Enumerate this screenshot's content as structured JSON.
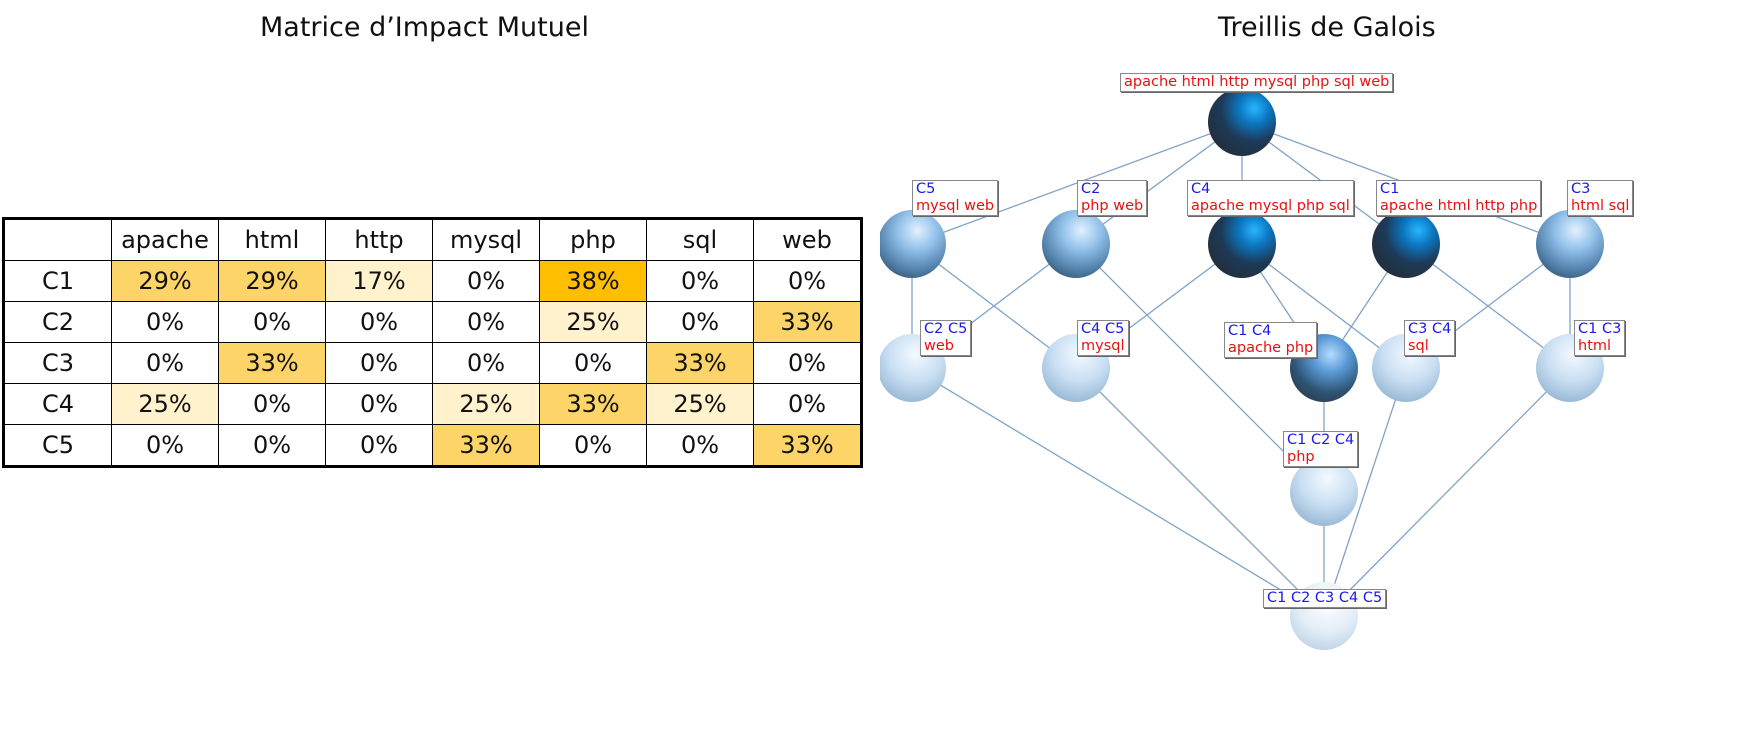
{
  "matrix_title": "Matrice d’Impact Mutuel",
  "lattice_title": "Treillis de Galois",
  "matrix": {
    "columns": [
      "apache",
      "html",
      "http",
      "mysql",
      "php",
      "sql",
      "web"
    ],
    "rows": [
      {
        "label": "C1",
        "values": [
          "29%",
          "29%",
          "17%",
          "0%",
          "38%",
          "0%",
          "0%"
        ],
        "fills": [
          "#fdd468",
          "#fdd468",
          "#fff2cc",
          "",
          "#ffbf00",
          "",
          ""
        ]
      },
      {
        "label": "C2",
        "values": [
          "0%",
          "0%",
          "0%",
          "0%",
          "25%",
          "0%",
          "33%"
        ],
        "fills": [
          "",
          "",
          "",
          "",
          "#fff2cc",
          "",
          "#fdd468"
        ]
      },
      {
        "label": "C3",
        "values": [
          "0%",
          "33%",
          "0%",
          "0%",
          "0%",
          "33%",
          "0%"
        ],
        "fills": [
          "",
          "#fdd468",
          "",
          "",
          "",
          "#fdd468",
          ""
        ]
      },
      {
        "label": "C4",
        "values": [
          "25%",
          "0%",
          "0%",
          "25%",
          "33%",
          "25%",
          "0%"
        ],
        "fills": [
          "#fff2cc",
          "",
          "",
          "#fff2cc",
          "#fdd468",
          "#fff2cc",
          ""
        ]
      },
      {
        "label": "C5",
        "values": [
          "0%",
          "0%",
          "0%",
          "33%",
          "0%",
          "0%",
          "33%"
        ],
        "fills": [
          "",
          "",
          "",
          "#fdd468",
          "",
          "",
          "#fdd468"
        ]
      }
    ]
  },
  "lattice": {
    "nodes": [
      {
        "id": "top",
        "extent": "",
        "intent": "apache html http mysql php sql web",
        "shade": "dark"
      },
      {
        "id": "c5",
        "extent": "C5",
        "intent": "mysql web",
        "shade": "mid"
      },
      {
        "id": "c2",
        "extent": "C2",
        "intent": "php web",
        "shade": "mid"
      },
      {
        "id": "c4",
        "extent": "C4",
        "intent": "apache mysql php sql",
        "shade": "dark"
      },
      {
        "id": "c1",
        "extent": "C1",
        "intent": "apache html http php",
        "shade": "dark"
      },
      {
        "id": "c3",
        "extent": "C3",
        "intent": "html sql",
        "shade": "mid"
      },
      {
        "id": "c2c5",
        "extent": "C2 C5",
        "intent": "web",
        "shade": "light"
      },
      {
        "id": "c4c5",
        "extent": "C4 C5",
        "intent": "mysql",
        "shade": "light"
      },
      {
        "id": "c1c4",
        "extent": "C1 C4",
        "intent": "apache php",
        "shade": "midDark"
      },
      {
        "id": "c3c4",
        "extent": "C3 C4",
        "intent": "sql",
        "shade": "light"
      },
      {
        "id": "c1c3",
        "extent": "C1 C3",
        "intent": "html",
        "shade": "light"
      },
      {
        "id": "c1c2c4",
        "extent": "C1 C2 C4",
        "intent": "php",
        "shade": "light"
      },
      {
        "id": "bottom",
        "extent": "C1 C2 C3 C4 C5",
        "intent": "",
        "shade": "lightest"
      }
    ],
    "edges": [
      [
        "top",
        "c5"
      ],
      [
        "top",
        "c2"
      ],
      [
        "top",
        "c4"
      ],
      [
        "top",
        "c1"
      ],
      [
        "top",
        "c3"
      ],
      [
        "c5",
        "c2c5"
      ],
      [
        "c5",
        "c4c5"
      ],
      [
        "c2",
        "c2c5"
      ],
      [
        "c2",
        "c1c2c4"
      ],
      [
        "c4",
        "c4c5"
      ],
      [
        "c4",
        "c1c4"
      ],
      [
        "c4",
        "c3c4"
      ],
      [
        "c1",
        "c1c4"
      ],
      [
        "c1",
        "c1c3"
      ],
      [
        "c3",
        "c3c4"
      ],
      [
        "c3",
        "c1c3"
      ],
      [
        "c2c5",
        "bottom"
      ],
      [
        "c4c5",
        "bottom"
      ],
      [
        "c1c4",
        "c1c2c4"
      ],
      [
        "c3c4",
        "bottom"
      ],
      [
        "c1c3",
        "bottom"
      ],
      [
        "c1c2c4",
        "bottom"
      ]
    ]
  }
}
